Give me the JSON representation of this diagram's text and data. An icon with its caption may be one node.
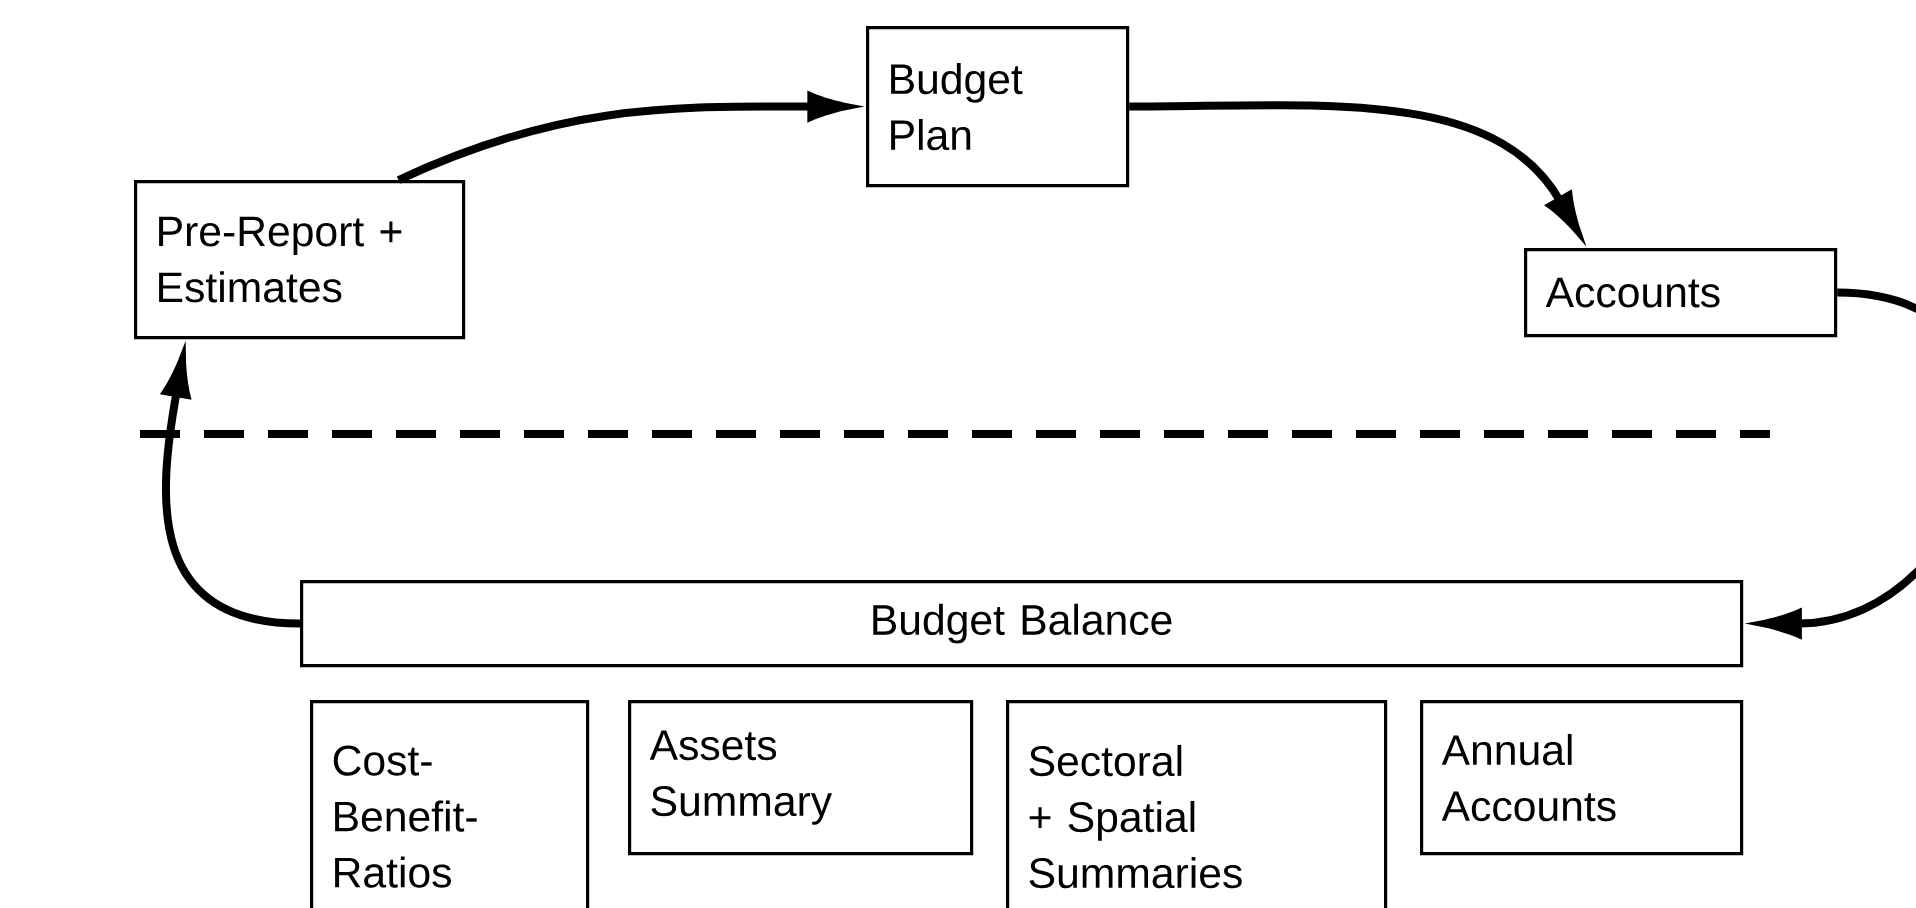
{
  "diagram": {
    "nodes": [
      {
        "text": [
          "Pre-Report + Estimates"
        ]
      },
      {
        "text": [
          "Budget Plan"
        ]
      },
      {
        "text": [
          "Accounts"
        ]
      },
      {
        "text": [
          "Budget Balance"
        ]
      },
      {
        "text": [
          "Cost-Benefit-Ratios"
        ]
      },
      {
        "text": [
          "Assets Summary"
        ]
      },
      {
        "text": [
          "Sectoral + Spatial Summaries"
        ]
      },
      {
        "text": [
          "Annual Accounts"
        ]
      }
    ],
    "edges": [
      {
        "from": 0,
        "to": 1,
        "arrow": "to"
      },
      {
        "from": 1,
        "to": 2,
        "arrow": "to"
      },
      {
        "from": 2,
        "to": 3,
        "arrow": "to"
      },
      {
        "from": 3,
        "to": 0,
        "arrow": "to"
      }
    ]
  }
}
